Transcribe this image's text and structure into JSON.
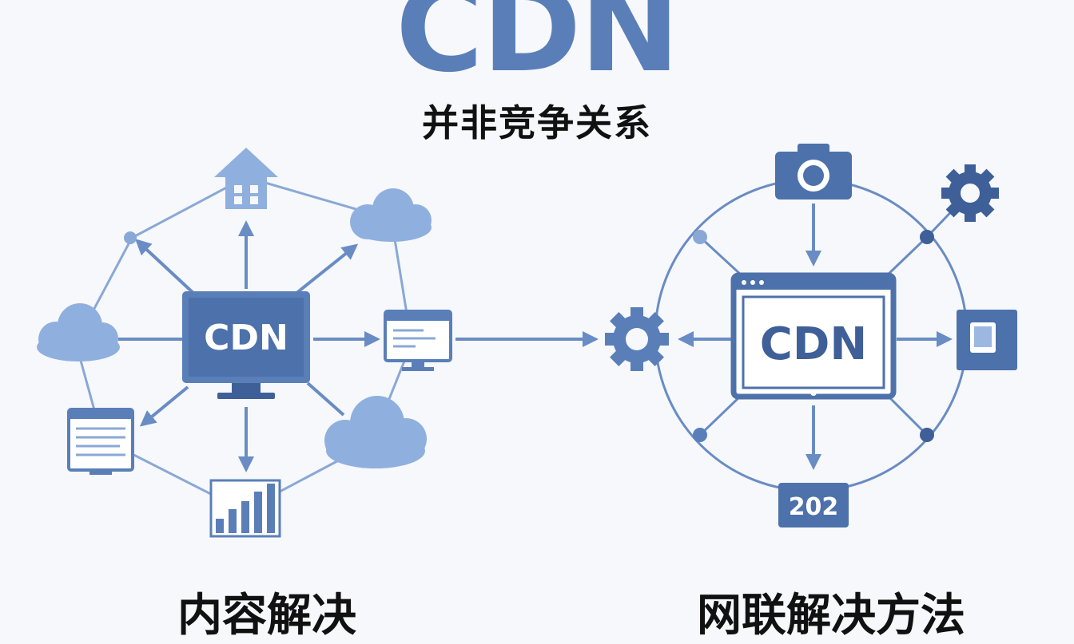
{
  "title": "CDN",
  "subtitle": "并非竞争关系",
  "left_hub": {
    "label": "CDN"
  },
  "right_hub": {
    "label": "CDN"
  },
  "badge_right": {
    "label": "202"
  },
  "captions": {
    "left": "内容解决",
    "right": "网联解决方法"
  },
  "colors": {
    "primary": "#5a7fb8",
    "dark": "#3f5f98",
    "light": "#94b2de",
    "line": "#7d9dcf",
    "text": "#111111"
  }
}
